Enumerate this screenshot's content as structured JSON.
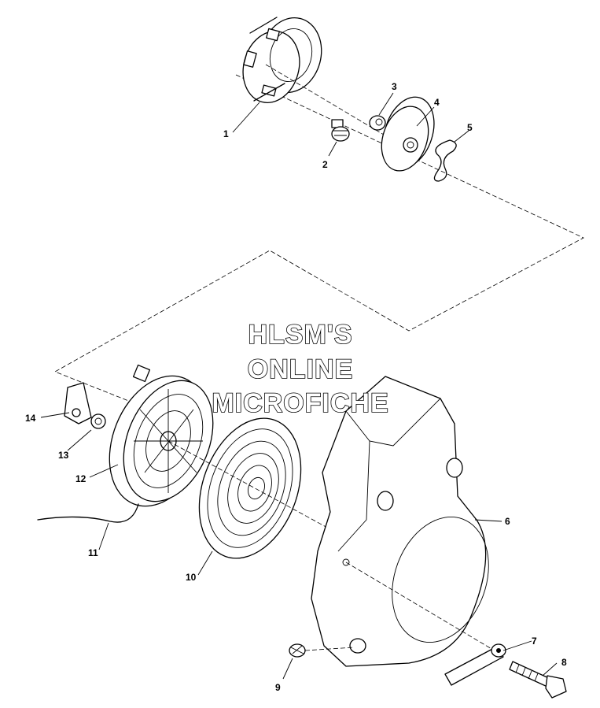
{
  "watermark": {
    "line1": "HLSM'S",
    "line2": "ONLINE",
    "line3": "MICROFICHE"
  },
  "callouts": [
    {
      "id": "1",
      "label": "1"
    },
    {
      "id": "2",
      "label": "2"
    },
    {
      "id": "3",
      "label": "3"
    },
    {
      "id": "4",
      "label": "4"
    },
    {
      "id": "5",
      "label": "5"
    },
    {
      "id": "6",
      "label": "6"
    },
    {
      "id": "7",
      "label": "7"
    },
    {
      "id": "8",
      "label": "8"
    },
    {
      "id": "9",
      "label": "9"
    },
    {
      "id": "10",
      "label": "10"
    },
    {
      "id": "11",
      "label": "11"
    },
    {
      "id": "12",
      "label": "12"
    },
    {
      "id": "13",
      "label": "13"
    },
    {
      "id": "14",
      "label": "14"
    }
  ]
}
